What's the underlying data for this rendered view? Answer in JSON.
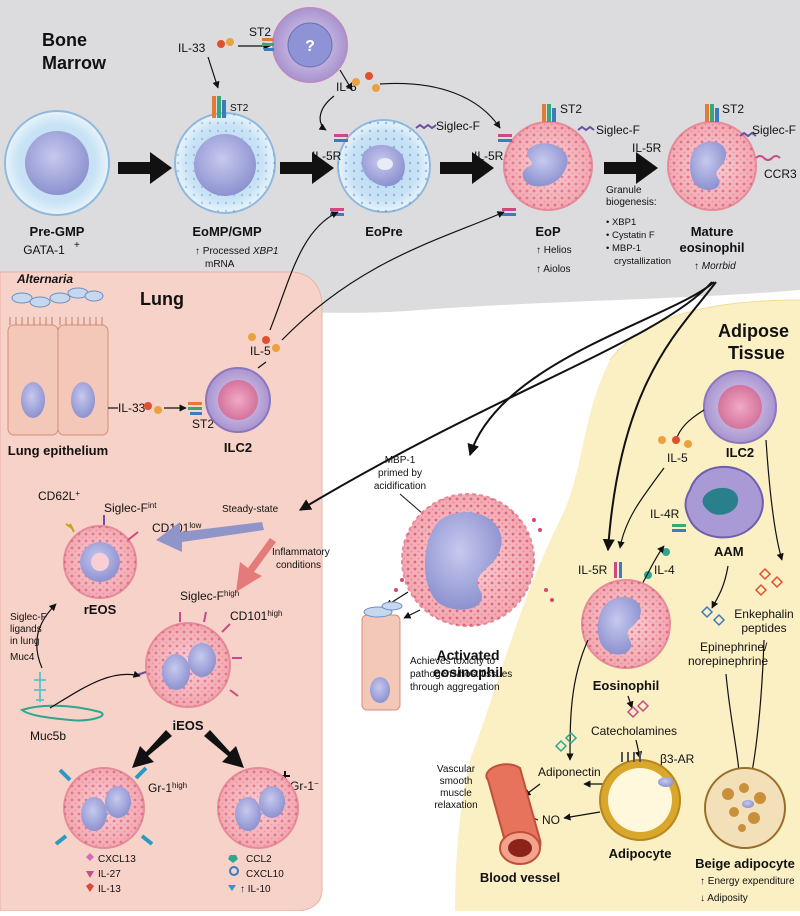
{
  "regions": {
    "bone_marrow_line1": "Bone",
    "bone_marrow_line2": "Marrow",
    "lung": "Lung",
    "adipose_line1": "Adipose",
    "adipose_line2": "Tissue"
  },
  "bone_marrow": {
    "pre_gmp": "Pre-GMP",
    "gata1": "GATA-1",
    "gata1_sup": "+",
    "eomp": "EoMP/GMP",
    "processed_prefix": "Processed",
    "processed_gene": "XBP1",
    "processed_mrna": "mRNA",
    "eopre": "EoPre",
    "eop": "EoP",
    "helios": "Helios",
    "aiolos": "Aiolos",
    "mature_line1": "Mature",
    "mature_line2": "eosinophil",
    "morrbid": "Morrbid",
    "unknown_cell": "?",
    "il33": "IL-33",
    "st2": "ST2",
    "il5": "IL-5",
    "il5r": "IL-5R",
    "siglec_f": "Siglec-F",
    "ccr3": "CCR3",
    "granule_title1": "Granule",
    "granule_title2": "biogenesis:",
    "granule_items": [
      "• XBP1",
      "• Cystatin F",
      "• MBP-1",
      "crystallization"
    ]
  },
  "lung": {
    "alternaria": "Alternaria",
    "lung_epithelium": "Lung epithelium",
    "il33": "IL-33",
    "st2": "ST2",
    "ilc2": "ILC2",
    "il5": "IL-5",
    "cd62l": "CD62L",
    "cd62l_sup": "+",
    "siglec_f_int": "Siglec-F",
    "siglec_f_int_sup": "int",
    "cd101_low": "CD101",
    "cd101_low_sup": "low",
    "steady_state": "Steady-state",
    "inflammatory1": "Inflammatory",
    "inflammatory2": "conditions",
    "reos": "rEOS",
    "siglec_f_high": "Siglec-F",
    "siglec_f_high_sup": "high",
    "cd101_high": "CD101",
    "cd101_high_sup": "high",
    "siglec_ligands1": "Siglec-F",
    "siglec_ligands2": "ligands",
    "siglec_ligands3": "in lung",
    "muc4": "Muc4",
    "muc5b": "Muc5b",
    "ieos": "iEOS",
    "gr1_high": "Gr-1",
    "gr1_high_sup": "high",
    "gr1_neg": "Gr-1",
    "gr1_neg_sup": "−",
    "left_markers": [
      "CXCL13",
      "IL-27",
      "IL-13"
    ],
    "right_markers": [
      "CCL2",
      "CXCL10",
      "IL-10"
    ]
  },
  "center": {
    "mbp_line1": "MBP-1",
    "mbp_line2": "primed by",
    "mbp_line3": "acidification",
    "activated1": "Activated",
    "activated2": "eosinophil",
    "toxicity1": "Achieves toxicity to",
    "toxicity2": "pathogens/host tissues",
    "toxicity3": "through aggregation"
  },
  "adipose": {
    "ilc2": "ILC2",
    "il5": "IL-5",
    "il4r": "IL-4R",
    "il4": "IL-4",
    "il5r": "IL-5R",
    "aam": "AAM",
    "eosinophil": "Eosinophil",
    "enkephalin1": "Enkephalin",
    "enkephalin2": "peptides",
    "epinephrine1": "Epinephrine/",
    "epinephrine2": "norepinephrine",
    "catecholamines": "Catecholamines",
    "b3ar": "β3-AR",
    "adiponectin": "Adiponectin",
    "vascular": [
      "Vascular",
      "smooth",
      "muscle",
      "relaxation"
    ],
    "no": "NO",
    "blood_vessel": "Blood vessel",
    "adipocyte": "Adipocyte",
    "beige": "Beige adipocyte",
    "energy": "Energy expenditure",
    "adiposity": "Adiposity"
  },
  "colors": {
    "bone_bg": "#d9dadc",
    "lung_bg": "#f7d2c8",
    "adipose_bg": "#fbefc4",
    "arrow": "#111111",
    "eos_fill": "#f6b9c0",
    "nucleus": "#9a9ed8",
    "progenitor": "#c7e1f3",
    "steady_arrow": "#8f95c9",
    "inflam_arrow": "#e47a7a"
  }
}
